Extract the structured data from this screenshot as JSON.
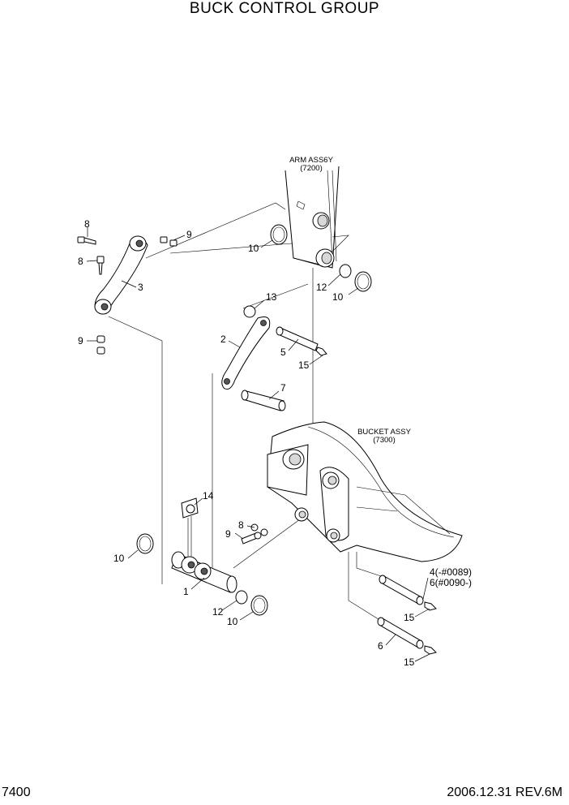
{
  "page": {
    "title": "BUCK CONTROL GROUP",
    "page_number": "7400",
    "revision": "2006.12.31  REV.6M"
  },
  "assemblies": {
    "arm": {
      "name": "ARM ASS6Y",
      "ref": "(7200)"
    },
    "bucket": {
      "name": "BUCKET ASSY",
      "ref": "(7300)"
    }
  },
  "callouts": {
    "c1": "1",
    "c2": "2",
    "c3": "3",
    "c4": "4(-#0089)",
    "c6a": "6(#0090-)",
    "c5": "5",
    "c6": "6",
    "c7": "7",
    "c8a": "8",
    "c8b": "8",
    "c8c": "8",
    "c9a": "9",
    "c9b": "9",
    "c9c": "9",
    "c10a": "10",
    "c10b": "10",
    "c10c": "10",
    "c10d": "10",
    "c12a": "12",
    "c12b": "12",
    "c13": "13",
    "c14": "14",
    "c15a": "15",
    "c15b": "15",
    "c15c": "15"
  }
}
